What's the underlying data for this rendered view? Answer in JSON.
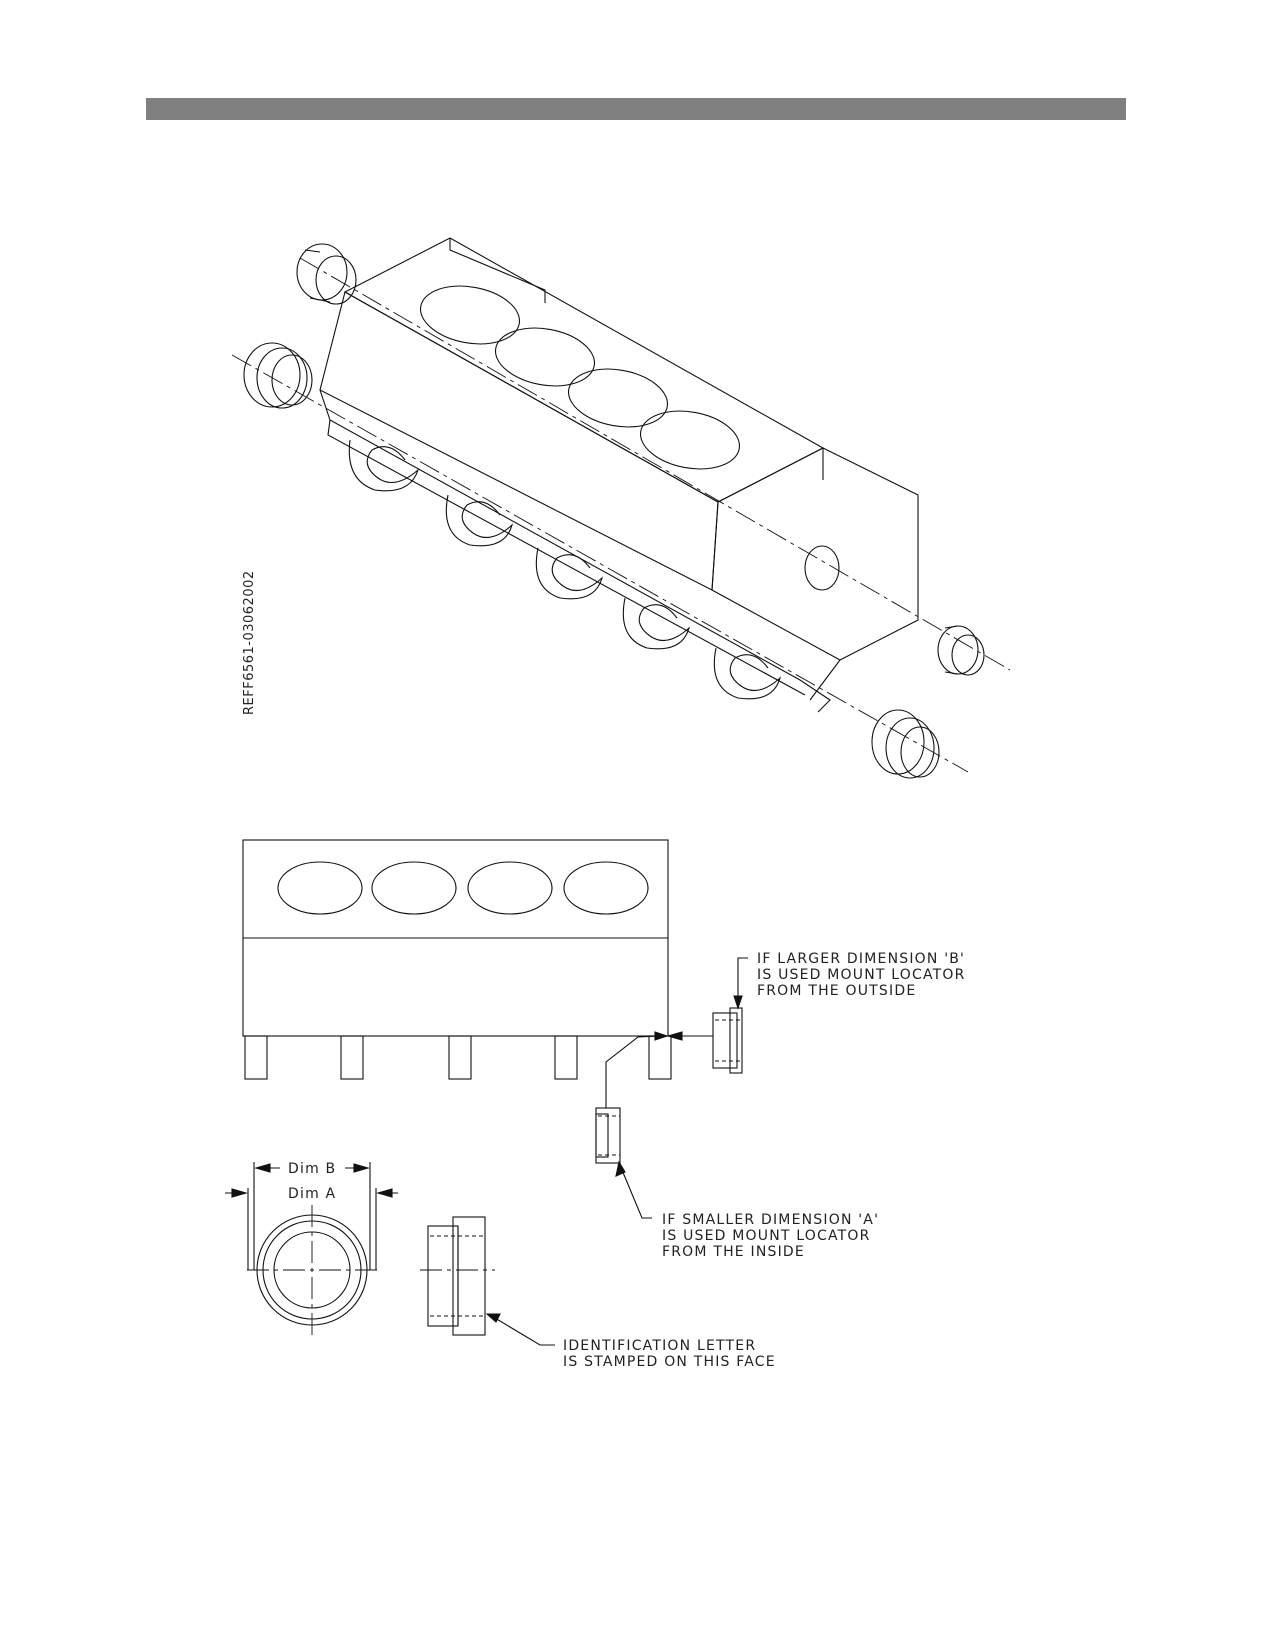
{
  "reference_code": "REFF6561-03062002",
  "notes": {
    "larger_dim": [
      "IF LARGER DIMENSION 'B'",
      "IS USED MOUNT LOCATOR",
      "FROM THE OUTSIDE"
    ],
    "smaller_dim": [
      "IF SMALLER DIMENSION 'A'",
      "IS USED MOUNT LOCATOR",
      "FROM THE INSIDE"
    ],
    "identification": [
      "IDENTIFICATION LETTER",
      "IS STAMPED ON THIS FACE"
    ]
  },
  "dimensions": {
    "dim_b": "Dim B",
    "dim_a": "Dim A"
  }
}
